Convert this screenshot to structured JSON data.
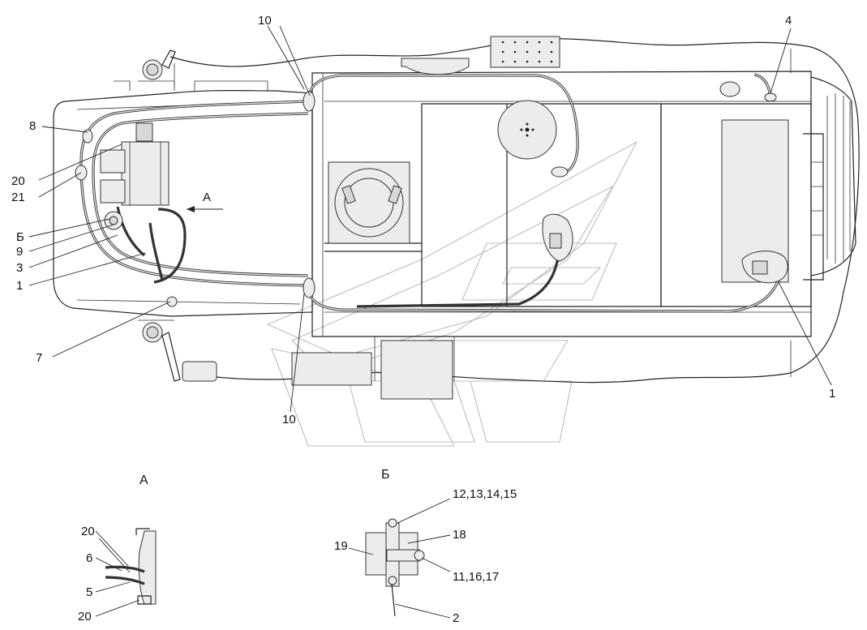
{
  "callouts": {
    "top_10": "10",
    "bottom_10": "10",
    "label_4": "4",
    "label_8": "8",
    "label_20_left": "20",
    "label_21": "21",
    "label_B": "Б",
    "label_9": "9",
    "label_3": "3",
    "label_1_left": "1",
    "label_7": "7",
    "label_1_right": "1",
    "arrow_A": "А"
  },
  "view_a": {
    "title": "А",
    "label_20_top": "20",
    "label_6": "6",
    "label_5": "5",
    "label_20_bottom": "20"
  },
  "view_b": {
    "title": "Б",
    "label_12_15": "12,13,14,15",
    "label_18": "18",
    "label_19": "19",
    "label_11_17": "11,16,17",
    "label_2": "2"
  }
}
